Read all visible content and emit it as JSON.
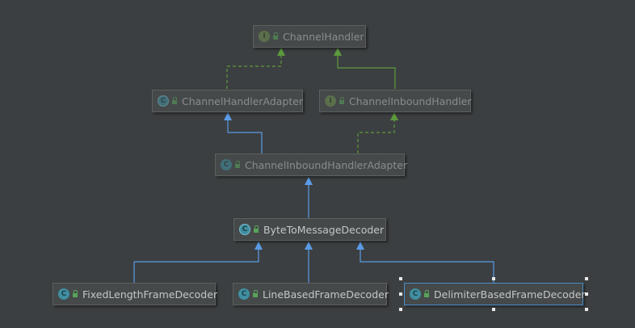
{
  "nodes": [
    {
      "id": "channel-handler",
      "label": "ChannelHandler",
      "kind": "interface",
      "badge": "I",
      "dim": true
    },
    {
      "id": "channel-handler-adapter",
      "label": "ChannelHandlerAdapter",
      "kind": "abstract",
      "badge": "C",
      "dim": true
    },
    {
      "id": "channel-inbound-handler",
      "label": "ChannelInboundHandler",
      "kind": "interface",
      "badge": "I",
      "dim": true
    },
    {
      "id": "channel-inbound-handler-adapter",
      "label": "ChannelInboundHandlerAdapter",
      "kind": "class",
      "badge": "C",
      "dim": true
    },
    {
      "id": "byte-to-message-decoder",
      "label": "ByteToMessageDecoder",
      "kind": "abstract",
      "badge": "C",
      "dim": false
    },
    {
      "id": "fixed-length-frame-decoder",
      "label": "FixedLengthFrameDecoder",
      "kind": "class",
      "badge": "C",
      "dim": false
    },
    {
      "id": "line-based-frame-decoder",
      "label": "LineBasedFrameDecoder",
      "kind": "class",
      "badge": "C",
      "dim": false
    },
    {
      "id": "delimiter-based-frame-decoder",
      "label": "DelimiterBasedFrameDecoder",
      "kind": "class",
      "badge": "C",
      "dim": false,
      "selected": true
    }
  ],
  "edges": [
    {
      "from": "channel-handler-adapter",
      "to": "channel-handler",
      "type": "implements"
    },
    {
      "from": "channel-inbound-handler",
      "to": "channel-handler",
      "type": "extends-interface"
    },
    {
      "from": "channel-inbound-handler-adapter",
      "to": "channel-handler-adapter",
      "type": "extends"
    },
    {
      "from": "channel-inbound-handler-adapter",
      "to": "channel-inbound-handler",
      "type": "implements"
    },
    {
      "from": "byte-to-message-decoder",
      "to": "channel-inbound-handler-adapter",
      "type": "extends"
    },
    {
      "from": "fixed-length-frame-decoder",
      "to": "byte-to-message-decoder",
      "type": "extends"
    },
    {
      "from": "line-based-frame-decoder",
      "to": "byte-to-message-decoder",
      "type": "extends"
    },
    {
      "from": "delimiter-based-frame-decoder",
      "to": "byte-to-message-decoder",
      "type": "extends"
    }
  ],
  "colors": {
    "background": "#3c3f41",
    "extends": "#5a9be6",
    "implements": "#5c9a3c",
    "selection": "#4b8ec8"
  }
}
